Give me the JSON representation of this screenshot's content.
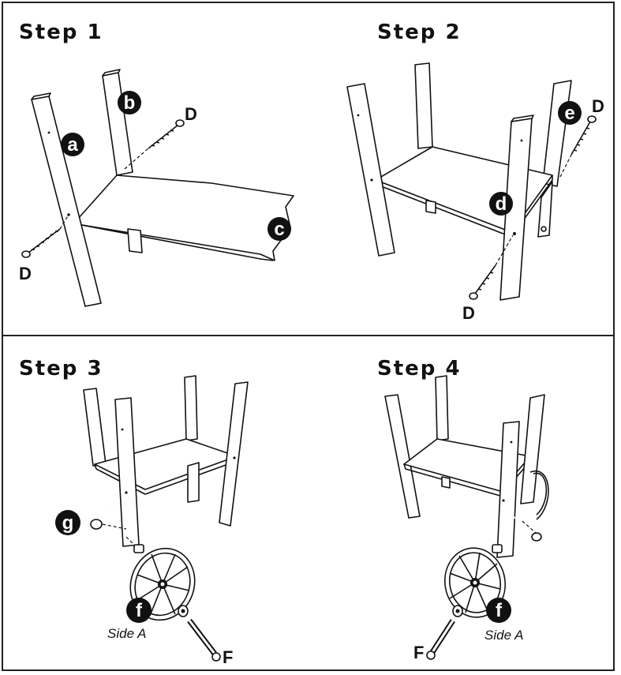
{
  "steps": [
    {
      "title": "Step 1"
    },
    {
      "title": "Step 2"
    },
    {
      "title": "Step 3"
    },
    {
      "title": "Step 4"
    }
  ],
  "parts": {
    "a": "a",
    "b": "b",
    "c": "c",
    "d": "d",
    "e": "e",
    "f": "f",
    "g": "g",
    "D": "D",
    "F": "F",
    "side_a": "Side A"
  }
}
